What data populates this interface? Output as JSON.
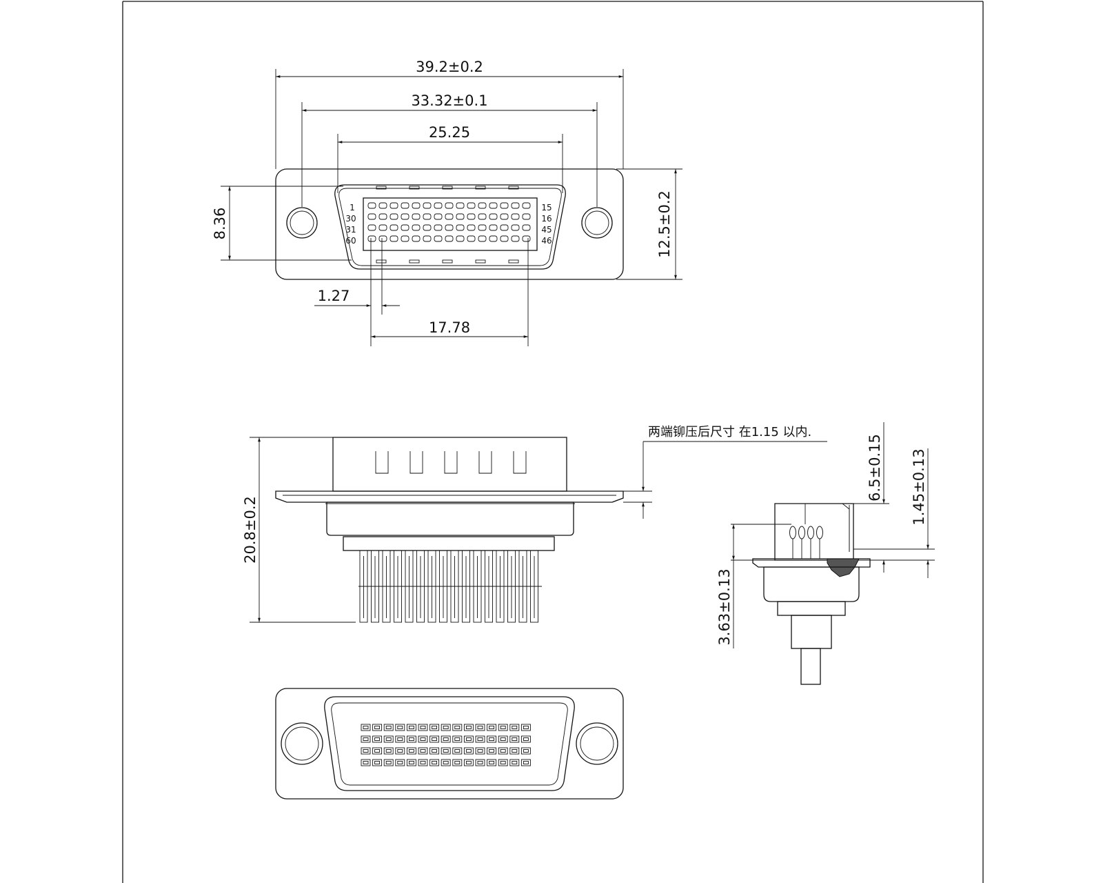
{
  "dimensions": {
    "overall_width": "39.2±0.2",
    "mount_hole_pitch": "33.32±0.1",
    "shell_width": "25.25",
    "shell_height": "8.36",
    "flange_height": "12.5±0.2",
    "pin_pitch": "1.27",
    "pin_row_span": "17.78",
    "overall_length": "20.8±0.2",
    "front_height": "6.5±0.15",
    "flange_thickness": "1.45±0.13",
    "tail_length": "3.63±0.13"
  },
  "pin_numbers": {
    "row1_left": "1",
    "row1_right": "15",
    "row2_left": "30",
    "row2_right": "16",
    "row3_left": "31",
    "row3_right": "45",
    "row4_left": "60",
    "row4_right": "46"
  },
  "note": "两端铆压后尺寸 在1.15 以内."
}
